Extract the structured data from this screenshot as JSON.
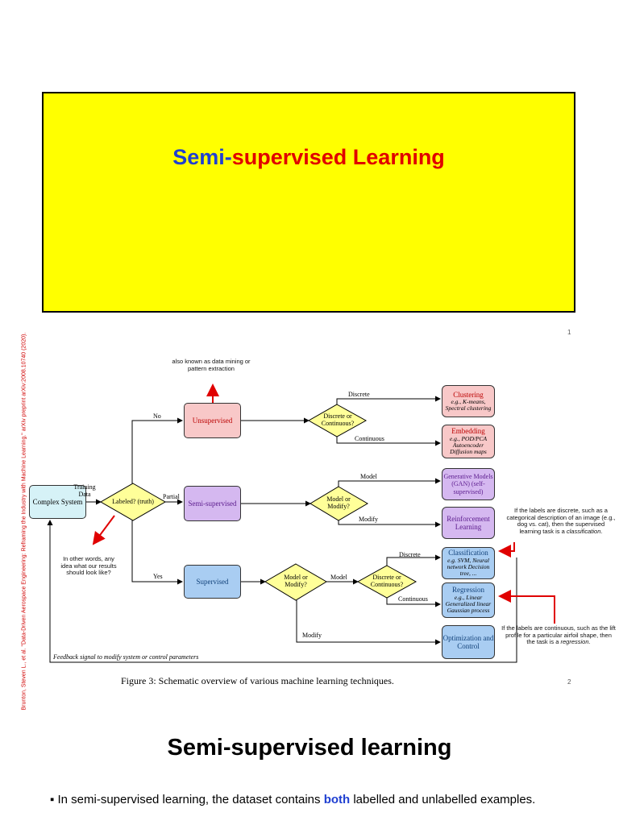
{
  "slide1": {
    "title_part1": "Semi-",
    "title_part2": "supervised Learning",
    "page_number": "1"
  },
  "slide2": {
    "page_number": "2",
    "citation": "Brunton, Steven L., et al. \"Data-Driven Aerospace Engineering: Reframing the Industry with Machine Learning.\" arXiv preprint arXiv:2008.10740 (2020).",
    "caption": "Figure 3: Schematic overview of various machine learning techniques.",
    "feedback": "Feedback signal to modify system or control parameters",
    "nodes": {
      "complex_system": "Complex System",
      "training_data": "Training Data",
      "labeled": "Labeled? (truth)",
      "unsupervised": "Unsupervised",
      "semi_supervised": "Semi-supervised",
      "supervised": "Supervised",
      "discrete_continuous_1": "Discrete or Continuous?",
      "model_modify_1": "Model or Modify?",
      "model_modify_2": "Model or Modify?",
      "discrete_continuous_2": "Discrete or Continuous?"
    },
    "edges": {
      "no": "No",
      "partial": "Partial",
      "yes": "Yes",
      "discrete1": "Discrete",
      "continuous1": "Continuous",
      "model1": "Model",
      "modify1": "Modify",
      "model2": "Model",
      "modify2": "Modify",
      "discrete2": "Discrete",
      "continuous2": "Continuous"
    },
    "outputs": {
      "clustering": {
        "title": "Clustering",
        "sub": "e.g., K-means, Spectral clustering"
      },
      "embedding": {
        "title": "Embedding",
        "sub": "e.g., POD/PCA Autoencoder Diffusion maps"
      },
      "generative": {
        "title": "Generative Models (GAN) (self-supervised)",
        "sub": ""
      },
      "reinforcement": {
        "title": "Reinforcement Learning",
        "sub": ""
      },
      "classification": {
        "title": "Classification",
        "sub": "e.g. SVM, Neural network Decision tree, ..."
      },
      "regression": {
        "title": "Regression",
        "sub": "e.g., Linear Generalized linear Gaussian process"
      },
      "optimization": {
        "title": "Optimization and Control",
        "sub": ""
      }
    },
    "notes": {
      "datamining": "also known as data mining or pattern extraction",
      "labels_idea": "In other words, any idea what our results should look like?",
      "discrete_labels": "If the labels are discrete, such as a categorical description of an image (e.g., dog vs. cat), then the supervised learning task is a",
      "discrete_labels_em": "classification",
      "continuous_labels": "If the labels are continuous, such as the lift profile for a particular airfoil shape, then the task is a",
      "continuous_labels_em": "regression"
    }
  },
  "slide3": {
    "heading": "Semi-supervised learning",
    "bullet_marker": "▪",
    "bullet_part1": "In semi-supervised learning, the dataset contains",
    "bullet_both": "both",
    "bullet_part2": "labelled and unlabelled examples."
  },
  "colors": {
    "slide_bg": "#ffff00",
    "unsupervised": "#f8c8c8",
    "semi": "#d5b8f0",
    "supervised": "#a9cdf2",
    "diamond": "#ffff99",
    "complex": "#d6f2f7",
    "arrow_red": "#e00000"
  }
}
